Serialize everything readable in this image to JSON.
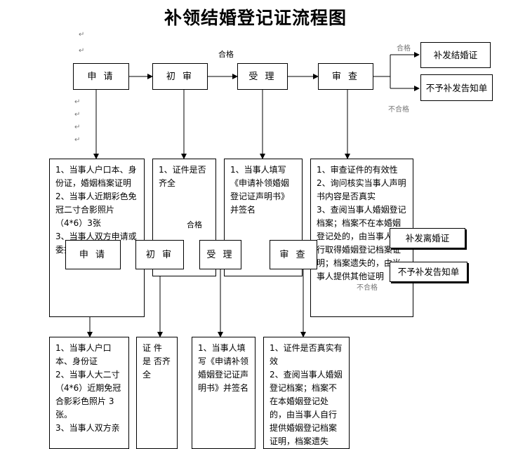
{
  "title": "补领结婚登记证流程图",
  "flow1": {
    "steps": [
      "申 请",
      "初 审",
      "受 理",
      "审 查"
    ],
    "pass_label": "合格",
    "pass_label_small": "合格",
    "fail_label": "不合格",
    "results": [
      "补发结婚证",
      "不予补发告知单"
    ],
    "details": [
      [
        "1、当事人户口本、身份证，婚姻档案证明",
        "2、当事人近期彩色免冠二寸合影照片（4*6）3张",
        "3、当事人双方申请或委托"
      ],
      [
        "1、证件是否齐全"
      ],
      [
        "1、当事人填写《申请补领婚姻登记证声明书》并签名"
      ],
      [
        "1、审查证件的有效性",
        "2、询问核实当事人声明书内容是否真实",
        "3、查阅当事人婚姻登记档案；档案不在本婚姻登记处的，由当事人自行取得婚姻登记档案证明；档案遗失的，由当事人提供其他证明"
      ]
    ]
  },
  "flow2": {
    "steps": [
      "申 请",
      "初 审",
      "受 理",
      "审 查"
    ],
    "pass_label": "合格",
    "fail_label": "不合格",
    "results": [
      "补发离婚证",
      "不予补发告知单"
    ],
    "details": [
      [
        "1、当事人户口本、身份证",
        "2、当事人大二寸（4*6）近期免冠合影彩色照片 3张。",
        "3、当事人双方亲"
      ],
      [
        "证 件 是 否齐全"
      ],
      [
        "1、当事人填写《申请补领婚姻登记证声明书》并签名"
      ],
      [
        "1、证件是否真实有效",
        "2、查阅当事人婚姻登记档案；档案不在本婚姻登记处的，由当事人自行提供婚姻登记档案证明，档案遗失"
      ]
    ]
  },
  "marks": {
    "return": "↵"
  }
}
